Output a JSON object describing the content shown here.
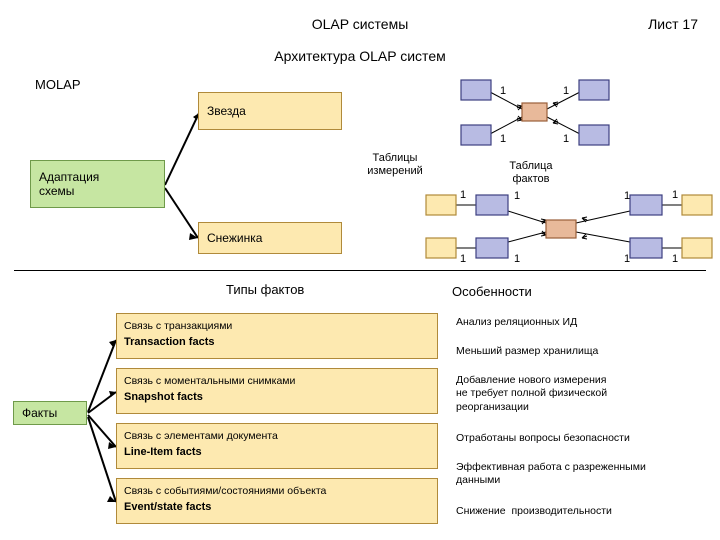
{
  "header": {
    "title": "OLAP системы",
    "sheet": "Лист 17",
    "subtitle": "Архитектура OLAP систем"
  },
  "captions": {
    "molap": "MOLAP",
    "dimension_tables": "Таблицы\nизмерений",
    "fact_table": "Таблица\nфактов",
    "fact_types": "Типы фактов",
    "features": "Особенности"
  },
  "schema_boxes": {
    "star": "Звезда",
    "adaptation": "Адаптация\nсхемы",
    "snowflake": "Снежинка",
    "facts": "Факты"
  },
  "fact_types": [
    {
      "ru": "Связь с транзакциями",
      "en": "Transaction facts"
    },
    {
      "ru": "Связь с моментальными снимками",
      "en": "Snapshot facts"
    },
    {
      "ru": "Связь с элементами документа",
      "en": "Line-Item facts"
    },
    {
      "ru": "Связь с событиями/состояниями объекта",
      "en": "Event/state facts"
    }
  ],
  "features": [
    "Анализ реляционных ИД",
    "Меньший размер хранилища",
    "Добавление нового измерения\nне требует полной физической\nреорганизации",
    "Отработаны вопросы безопасности",
    "Эффективная работа с разреженными\nданными",
    "Снижение  производительности"
  ],
  "diagram_labels": {
    "one": "1",
    "many": "*"
  },
  "colors": {
    "yellow_fill": "#fde9b0",
    "yellow_border": "#b08a3a",
    "green_fill": "#c6e6a2",
    "green_border": "#6f9a4a",
    "blue_fill": "#b8bbe3",
    "blue_border": "#3c3f80",
    "salmon_fill": "#e8b99a",
    "salmon_border": "#9a5f3a",
    "line": "#000000"
  },
  "star_schema": {
    "center": "fact-table",
    "dimensions": 4,
    "cardinalities": [
      "1",
      "1",
      "1",
      "1"
    ],
    "multiplicities": [
      "*",
      "*",
      "*",
      "*"
    ]
  },
  "snowflake_schema": {
    "center": "fact-table",
    "dimensions": 4,
    "outriggers": 4,
    "cardinalities": [
      "1",
      "1",
      "1",
      "1",
      "1",
      "1",
      "1",
      "1"
    ],
    "multiplicities": [
      "*",
      "*",
      "*",
      "*",
      "*",
      "*",
      "*",
      "*"
    ]
  }
}
